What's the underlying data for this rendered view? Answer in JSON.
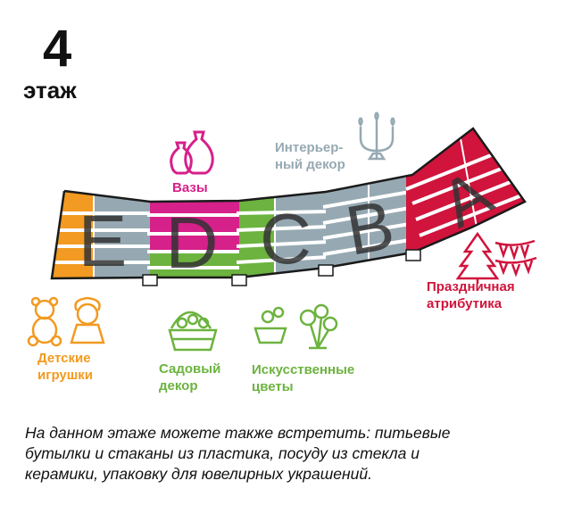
{
  "header": {
    "floor_number": "4",
    "floor_word": "этаж"
  },
  "map": {
    "zones": [
      {
        "letter": "E",
        "color": "#f29a21"
      },
      {
        "letter": "D",
        "color": "#d6208a"
      },
      {
        "letter": "C",
        "color": "#6cb33f"
      },
      {
        "letter": "B",
        "color": "#96a9b3"
      },
      {
        "letter": "A",
        "color": "#d0143c"
      }
    ],
    "grey_color": "#96a9b3",
    "letter_color": "#333333"
  },
  "categories": [
    {
      "lines": [
        "Вазы"
      ],
      "color": "#d6208a",
      "icon": "vases-icon"
    },
    {
      "lines": [
        "Интерьер-",
        "ный декор"
      ],
      "color": "#96a9b3",
      "icon": "candelabra-icon"
    },
    {
      "lines": [
        "Праздничная",
        "атрибутика"
      ],
      "color": "#d0143c",
      "icon": "christmas-tree-icon"
    },
    {
      "lines": [
        "Детские",
        "игрушки"
      ],
      "color": "#f29a21",
      "icon": "toys-icon"
    },
    {
      "lines": [
        "Садовый",
        "декор"
      ],
      "color": "#6cb33f",
      "icon": "flower-basket-icon"
    },
    {
      "lines": [
        "Искусственные",
        "цветы"
      ],
      "color": "#6cb33f",
      "icon": "artificial-flowers-icon"
    }
  ],
  "note": {
    "lines": [
      "На данном этаже можете также встретить: питьевые",
      "бутылки и стаканы из пластика, посуду из стекла и",
      "керамики, упаковку для ювелирных украшений."
    ]
  }
}
